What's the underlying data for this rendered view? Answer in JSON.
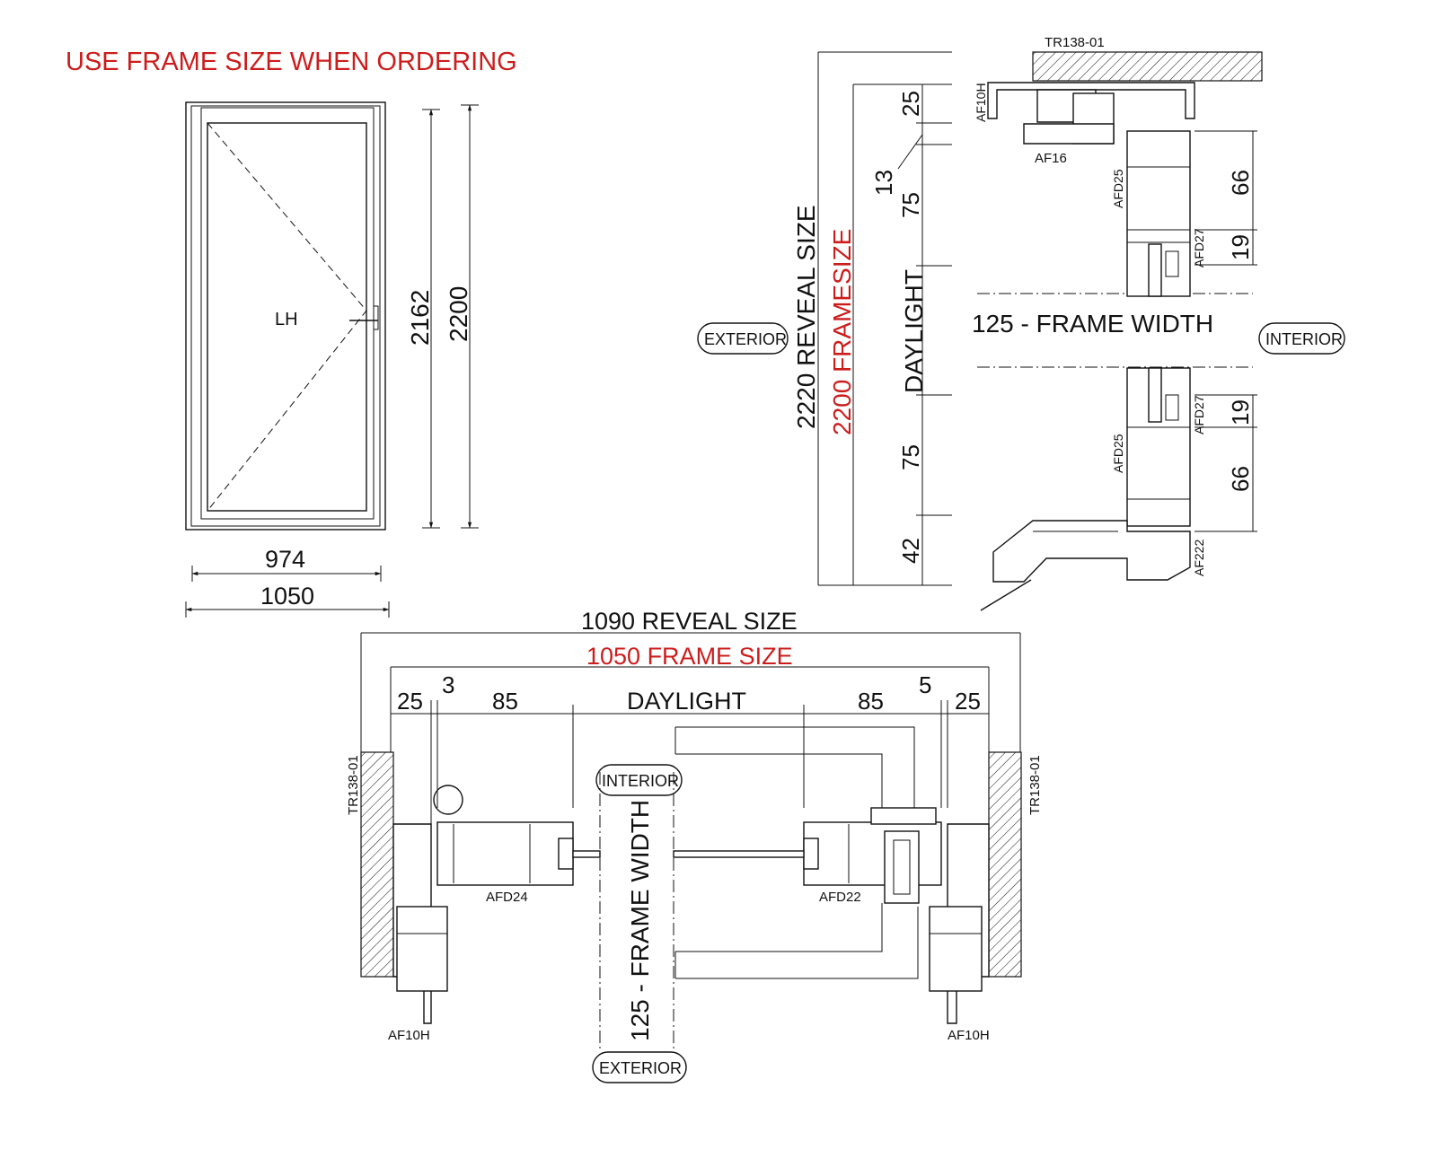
{
  "note": "USE FRAME SIZE WHEN ORDERING",
  "elevation": {
    "hand": "LH",
    "dim_2162": "2162",
    "dim_2200": "2200",
    "dim_974": "974",
    "dim_1050": "1050"
  },
  "vertical_section": {
    "reveal_label": "2220 REVEAL SIZE",
    "frame_label": "2200 FRAMESIZE",
    "dim_25": "25",
    "dim_13": "13",
    "dim_75_top": "75",
    "daylight": "DAYLIGHT",
    "dim_75_bottom": "75",
    "dim_42": "42",
    "exterior": "EXTERIOR",
    "interior": "INTERIOR",
    "frame_width": "125 - FRAME WIDTH",
    "dim_66_top": "66",
    "dim_19_top": "19",
    "dim_19_bottom": "19",
    "dim_66_bottom": "66",
    "parts": {
      "tr138": "TR138-01",
      "af10h": "AF10H",
      "af16": "AF16",
      "afd25_top": "AFD25",
      "afd27_top": "AFD27",
      "afd27_bottom": "AFD27",
      "afd25_bottom": "AFD25",
      "af222": "AF222"
    }
  },
  "horizontal_section": {
    "reveal_label": "1090 REVEAL SIZE",
    "frame_label": "1050 FRAME SIZE",
    "dim_25_left": "25",
    "dim_3": "3",
    "dim_85_left": "85",
    "daylight": "DAYLIGHT",
    "dim_85_right": "85",
    "dim_5": "5",
    "dim_25_right": "25",
    "interior": "INTERIOR",
    "exterior": "EXTERIOR",
    "frame_width": "125 - FRAME WIDTH",
    "parts": {
      "tr138_left": "TR138-01",
      "tr138_right": "TR138-01",
      "afd24": "AFD24",
      "afd22": "AFD22",
      "af10h_left": "AF10H",
      "af10h_right": "AF10H"
    }
  },
  "colors": {
    "ink": "#111111",
    "accent_red": "#cc1d1d"
  }
}
